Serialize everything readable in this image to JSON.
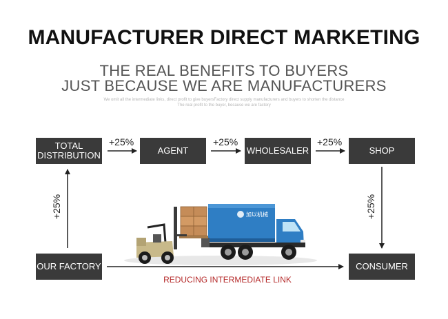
{
  "heading": {
    "title": "MANUFACTURER DIRECT MARKETING",
    "subtitle_line1": "THE REAL BENEFITS TO BUYERS",
    "subtitle_line2": "JUST BECAUSE WE ARE MANUFACTURERS",
    "note_line1": "We omit all the intermediate links, direct profit to give buyersFactory direct supply manufacturers and buyers to shorten the distance",
    "note_line2": "The real profit to the buyer, because we are factory"
  },
  "flow": {
    "total_distribution": "TOTAL\nDISTRIBUTION",
    "agent": "AGENT",
    "wholesaler": "WHOLESALER",
    "shop": "SHOP",
    "our_factory": "OUR FACTORY",
    "consumer": "CONSUMER",
    "markup_1": "+25%",
    "markup_2": "+25%",
    "markup_3": "+25%",
    "markup_left": "+25%",
    "markup_right": "+25%",
    "reducing_label": "REDUCING INTERMEDIATE LINK"
  },
  "truck": {
    "logo_text": "加以机械"
  },
  "colors": {
    "box": "#3a3a3a",
    "box_text": "#ffffff",
    "arrow": "#222222",
    "reduce_text": "#b52a2a",
    "truck_body": "#2f7ec4",
    "forklift": "#c8b98a"
  }
}
